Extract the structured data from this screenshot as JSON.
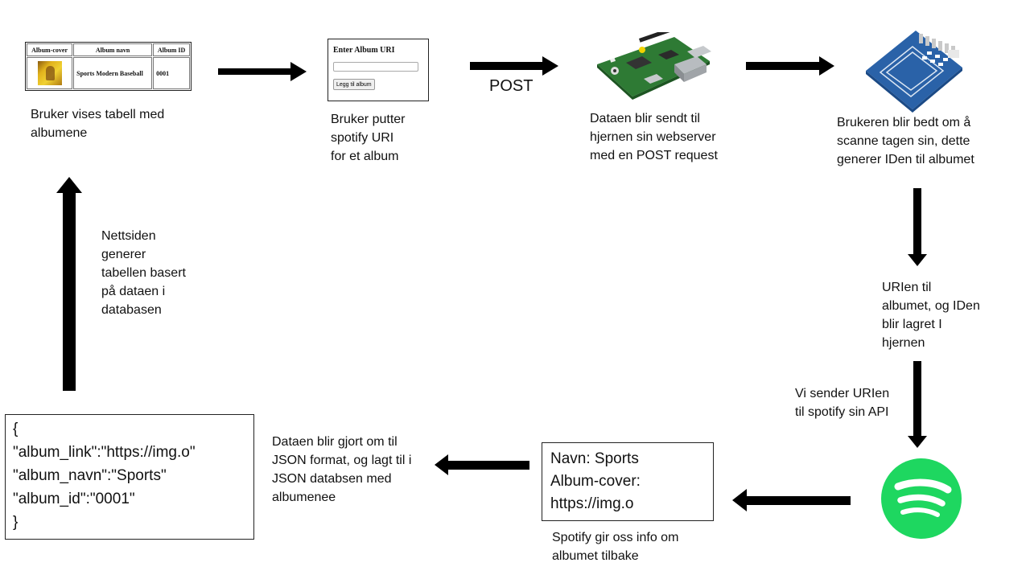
{
  "album_table": {
    "headers": [
      "Album-cover",
      "Album navn",
      "Album ID"
    ],
    "row": {
      "name": "Sports Modern Baseball",
      "id": "0001"
    }
  },
  "form": {
    "title": "Enter Album URI",
    "input_value": "",
    "button_label": "Legg til album"
  },
  "post_label": "POST",
  "captions": {
    "table": "Bruker vises tabell med\nalbumene",
    "form": "Bruker putter\nspotify URI\nfor et album",
    "server": "Dataen blir sendt til\nhjernen sin webserver\nmed en POST request",
    "rfid": "Brukeren blir bedt om å\nscanne tagen sin, dette\ngenerer IDen til albumet",
    "stored": "URIen til\nalbumet, og IDen\nblir lagret I\nhjernen",
    "api": "Vi sender URIen\ntil spotify sin API",
    "spotify": "Spotify gir oss info om\nalbumet tilbake",
    "json": "Dataen blir gjort om til\nJSON format, og lagt til i\nJSON databsen med\nalbumenee",
    "website": "Nettsiden\ngenerer\ntabellen basert\npå dataen i\ndatabasen"
  },
  "json_box": {
    "lines": [
      "{",
      "\"album_link\":\"https://img.o\"",
      "\"album_navn\":\"Sports\"",
      "\"album_id\":\"0001\"",
      "}"
    ]
  },
  "info_box": {
    "lines": [
      "Navn: Sports",
      "Album-cover:",
      "https://img.o"
    ]
  },
  "colors": {
    "spotify_green": "#1ED760",
    "rfid_blue": "#2a62a8",
    "pcb_green": "#2e7a34"
  },
  "icons": [
    "raspberry-pi-board-icon",
    "rfid-reader-icon",
    "spotify-logo-icon"
  ]
}
